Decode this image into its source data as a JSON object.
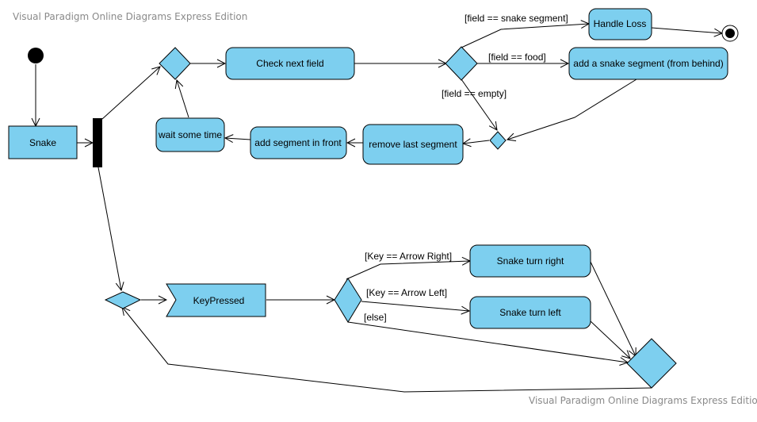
{
  "watermark": {
    "top": "Visual Paradigm Online Diagrams Express Edition",
    "bottom": "Visual Paradigm Online Diagrams Express Edition"
  },
  "colors": {
    "fill": "#7dcfef",
    "stroke": "#000000",
    "bar": "#000000"
  },
  "nodes": {
    "snake": "Snake",
    "check_next_field": "Check next field",
    "handle_loss": "Handle Loss",
    "add_snake_segment": "add a snake segment (from behind)",
    "remove_last_segment": "remove last segment",
    "add_segment_front": "add segment in front",
    "wait_some_time": "wait some time",
    "key_pressed": "KeyPressed",
    "snake_turn_right": "Snake turn right",
    "snake_turn_left": "Snake turn left"
  },
  "guards": {
    "field_snake_segment": "[field == snake segment]",
    "field_food": "[field == food]",
    "field_empty": "[field == empty]",
    "key_arrow_right": "[Key == Arrow Right]",
    "key_arrow_left": "[Key == Arrow Left]",
    "else": "[else]"
  }
}
